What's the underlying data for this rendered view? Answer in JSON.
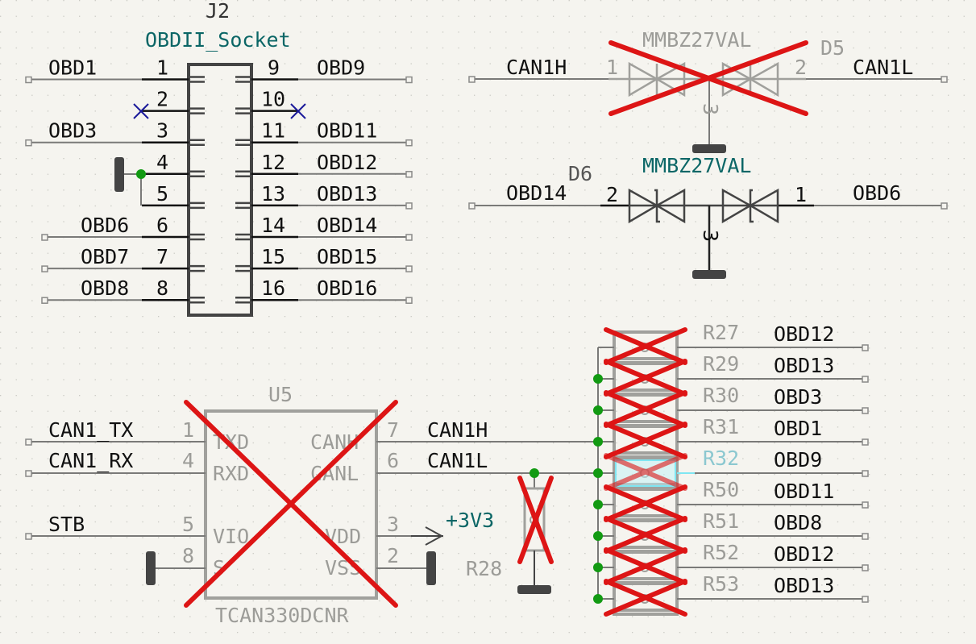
{
  "schematic": {
    "colors": {
      "background": "#f5f4ef",
      "dnp_cross": "#dd1515",
      "junction": "#129a12",
      "value_text": "#0b6666",
      "no_connect": "#1a1a9a"
    },
    "j2": {
      "ref": "J2",
      "value": "OBDII_Socket",
      "left_pins": [
        {
          "num": "1",
          "net": "OBD1"
        },
        {
          "num": "2",
          "net": ""
        },
        {
          "num": "3",
          "net": "OBD3"
        },
        {
          "num": "4",
          "net": ""
        },
        {
          "num": "5",
          "net": ""
        },
        {
          "num": "6",
          "net": "OBD6"
        },
        {
          "num": "7",
          "net": "OBD7"
        },
        {
          "num": "8",
          "net": "OBD8"
        }
      ],
      "right_pins": [
        {
          "num": "9",
          "net": "OBD9"
        },
        {
          "num": "10",
          "net": ""
        },
        {
          "num": "11",
          "net": "OBD11"
        },
        {
          "num": "12",
          "net": "OBD12"
        },
        {
          "num": "13",
          "net": "OBD13"
        },
        {
          "num": "14",
          "net": "OBD14"
        },
        {
          "num": "15",
          "net": "OBD15"
        },
        {
          "num": "16",
          "net": "OBD16"
        }
      ]
    },
    "d5": {
      "ref": "D5",
      "value": "MMBZ27VAL",
      "pin1": "1",
      "pin2": "2",
      "pin3": "3",
      "net_left": "CAN1H",
      "net_right": "CAN1L",
      "dnp": true
    },
    "d6": {
      "ref": "D6",
      "value": "MMBZ27VAL",
      "pin1": "1",
      "pin2": "2",
      "pin3": "3",
      "net_left": "OBD14",
      "net_right": "OBD6",
      "dnp": false
    },
    "u5": {
      "ref": "U5",
      "value": "TCAN330DCNR",
      "dnp": true,
      "pins": {
        "txd": {
          "num": "1",
          "name": "TXD",
          "net": "CAN1_TX"
        },
        "rxd": {
          "num": "4",
          "name": "RXD",
          "net": "CAN1_RX"
        },
        "vio": {
          "num": "5",
          "name": "VIO",
          "net": "STB"
        },
        "s": {
          "num": "8",
          "name": "S"
        },
        "canh": {
          "num": "7",
          "name": "CANH",
          "net": "CAN1H"
        },
        "canl": {
          "num": "6",
          "name": "CANL",
          "net": "CAN1L"
        },
        "vdd": {
          "num": "3",
          "name": "VDD"
        },
        "vss": {
          "num": "2",
          "name": "VSS"
        }
      }
    },
    "power": {
      "label": "+3V3"
    },
    "r28": {
      "ref": "R28",
      "dnp": true
    },
    "resistors": [
      {
        "ref": "R27",
        "net": "OBD12"
      },
      {
        "ref": "R29",
        "net": "OBD13"
      },
      {
        "ref": "R30",
        "net": "OBD3"
      },
      {
        "ref": "R31",
        "net": "OBD1"
      },
      {
        "ref": "R32",
        "net": "OBD9",
        "selected": true
      },
      {
        "ref": "R50",
        "net": "OBD11"
      },
      {
        "ref": "R51",
        "net": "OBD8"
      },
      {
        "ref": "R52",
        "net": "OBD12"
      },
      {
        "ref": "R53",
        "net": "OBD13"
      }
    ]
  }
}
